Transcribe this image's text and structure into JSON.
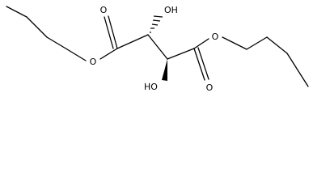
{
  "molecule": {
    "atoms": {
      "ester_o_left": "O",
      "carbonyl_o_left": "O",
      "hydroxyl_top": "OH",
      "hydroxyl_bottom": "HO",
      "ester_o_right": "O",
      "carbonyl_o_right": "O"
    },
    "stereo_bonds": [
      "hashed-wedge",
      "bold-wedge"
    ],
    "colors": {
      "bond": "#000000",
      "label": "#000000",
      "background": "#ffffff"
    }
  }
}
